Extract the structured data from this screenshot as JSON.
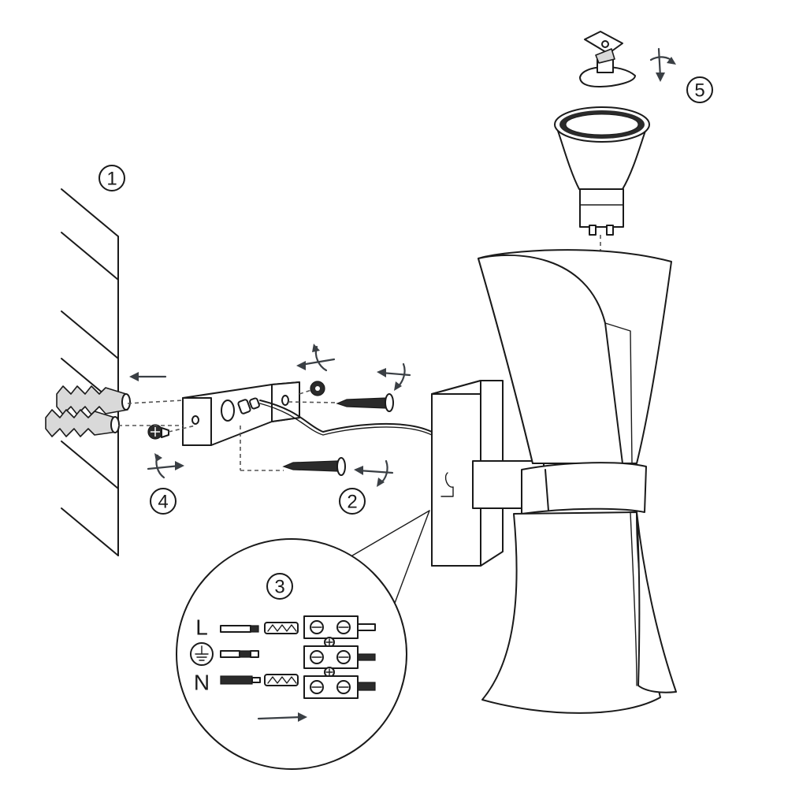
{
  "steps": [
    {
      "label": "1"
    },
    {
      "label": "2"
    },
    {
      "label": "3"
    },
    {
      "label": "4"
    },
    {
      "label": "5"
    }
  ],
  "wiring": {
    "live_label": "L",
    "neutral_label": "N",
    "earth_icon": "earth-ground-icon"
  },
  "colors": {
    "line": "#1a1a1a",
    "arrow": "#3a3f44",
    "metal": "#d9d9d9"
  }
}
